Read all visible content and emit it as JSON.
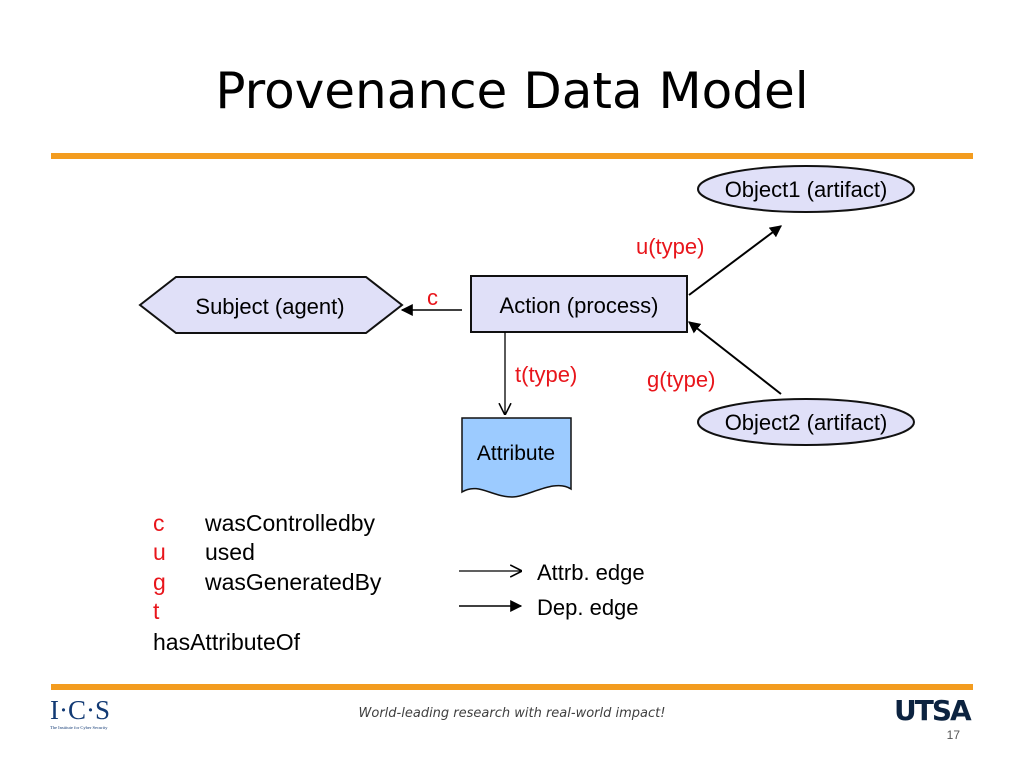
{
  "slide": {
    "title": "Provenance Data Model",
    "footer_tagline": "World-leading research with real-world impact!",
    "page_number": "17",
    "logo_left": {
      "mark": "I·C·S",
      "subtitle": "The Institute for Cyber Security"
    },
    "logo_right": {
      "mark": "UTSA"
    }
  },
  "colors": {
    "accent_rule": "#f39c1f",
    "node_fill": "#e0e0f8",
    "attribute_fill": "#9ccbff",
    "edge_label": "#e8151b",
    "legend_key": "#e8151b"
  },
  "diagram": {
    "nodes": {
      "subject": "Subject (agent)",
      "action": "Action (process)",
      "object1": "Object1 (artifact)",
      "object2": "Object2 (artifact)",
      "attribute": "Attribute"
    },
    "edges": {
      "c": "c",
      "u": "u(type)",
      "g": "g(type)",
      "t": "t(type)"
    }
  },
  "legend": {
    "keys": [
      {
        "key": "c",
        "term": "wasControlledby"
      },
      {
        "key": "u",
        "term": "used"
      },
      {
        "key": "g",
        "term": "wasGeneratedBy"
      },
      {
        "key": "t",
        "term": "hasAttributeOf"
      }
    ],
    "edge_types": [
      {
        "label": "Attrb. edge",
        "icon": "open-arrow-icon"
      },
      {
        "label": "Dep. edge",
        "icon": "filled-arrow-icon"
      }
    ]
  }
}
